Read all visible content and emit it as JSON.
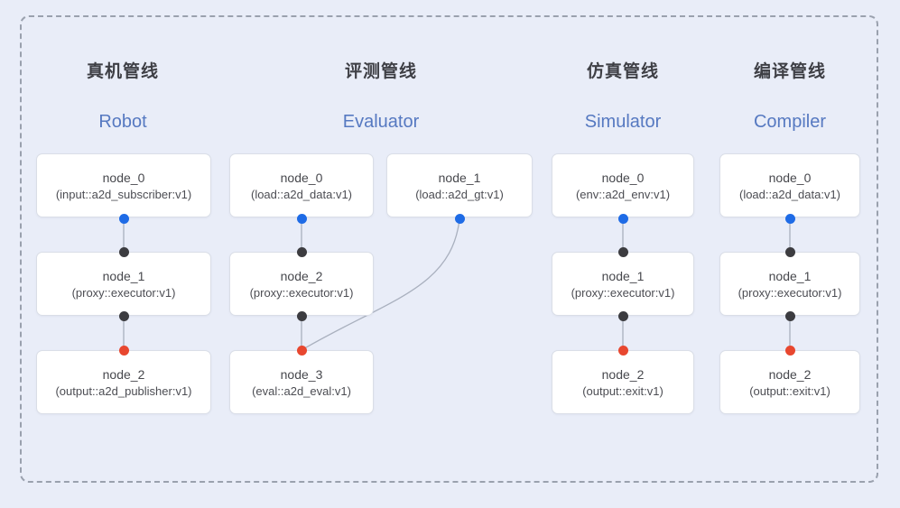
{
  "diagram": {
    "pipelines": [
      {
        "title_zh": "真机管线",
        "title_en": "Robot",
        "nodes": [
          {
            "name": "node_0",
            "spec": "(input::a2d_subscriber:v1)"
          },
          {
            "name": "node_1",
            "spec": "(proxy::executor:v1)"
          },
          {
            "name": "node_2",
            "spec": "(output::a2d_publisher:v1)"
          }
        ]
      },
      {
        "title_zh": "评测管线",
        "title_en": "Evaluator",
        "nodes": [
          {
            "name": "node_0",
            "spec": "(load::a2d_data:v1)"
          },
          {
            "name": "node_1",
            "spec": "(load::a2d_gt:v1)"
          },
          {
            "name": "node_2",
            "spec": "(proxy::executor:v1)"
          },
          {
            "name": "node_3",
            "spec": "(eval::a2d_eval:v1)"
          }
        ]
      },
      {
        "title_zh": "仿真管线",
        "title_en": "Simulator",
        "nodes": [
          {
            "name": "node_0",
            "spec": "(env::a2d_env:v1)"
          },
          {
            "name": "node_1",
            "spec": "(proxy::executor:v1)"
          },
          {
            "name": "node_2",
            "spec": "(output::exit:v1)"
          }
        ]
      },
      {
        "title_zh": "编译管线",
        "title_en": "Compiler",
        "nodes": [
          {
            "name": "node_0",
            "spec": "(load::a2d_data:v1)"
          },
          {
            "name": "node_1",
            "spec": "(proxy::executor:v1)"
          },
          {
            "name": "node_2",
            "spec": "(output::exit:v1)"
          }
        ]
      }
    ],
    "colors": {
      "background": "#e9edf8",
      "node_background": "#ffffff",
      "node_border": "#dadee7",
      "dashed_frame": "#9aa1ae",
      "edge": "#a9b0be",
      "port_blue": "#1e6be6",
      "port_black": "#3c3c40",
      "port_red": "#e8472f",
      "title_zh_color": "#3e3f45",
      "title_en_color": "#5679c1"
    }
  }
}
